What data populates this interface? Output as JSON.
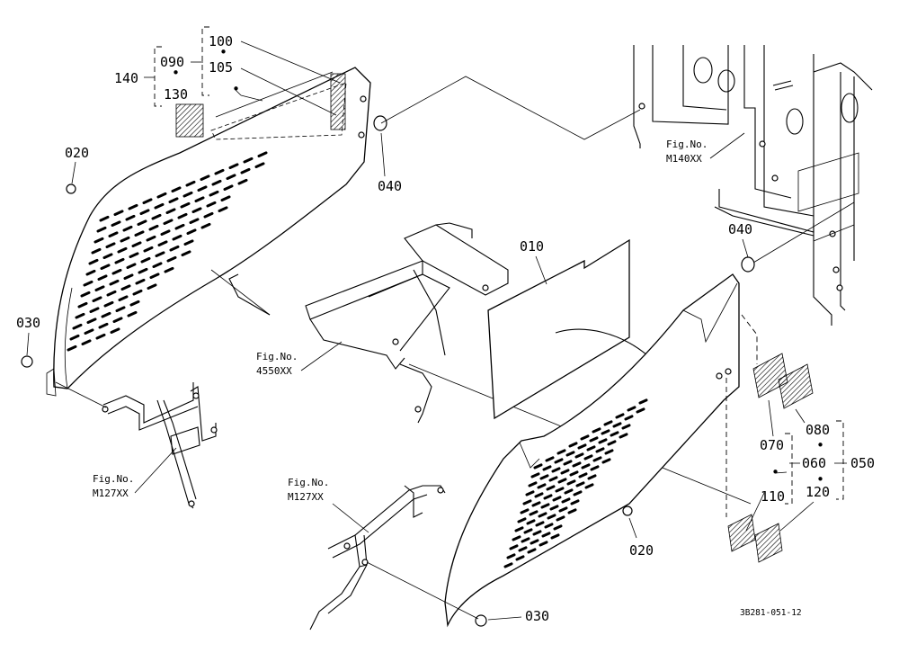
{
  "labels": {
    "p140": "140",
    "p090": "090",
    "p130": "130",
    "p100": "100",
    "p105": "105",
    "p020_left": "020",
    "p040_top": "040",
    "p030_left": "030",
    "p010": "010",
    "p040_right": "040",
    "p070": "070",
    "p080": "080",
    "p060": "060",
    "p050": "050",
    "p110": "110",
    "p120": "120",
    "p020_bottom": "020",
    "p030_bottom": "030"
  },
  "figure_refs": {
    "fig_label": "Fig.No.",
    "m140": "M140XX",
    "f4550": "4550XX",
    "m127_left": "M127XX",
    "m127_mid": "M127XX"
  },
  "drawing_number": "3B281-051-12"
}
